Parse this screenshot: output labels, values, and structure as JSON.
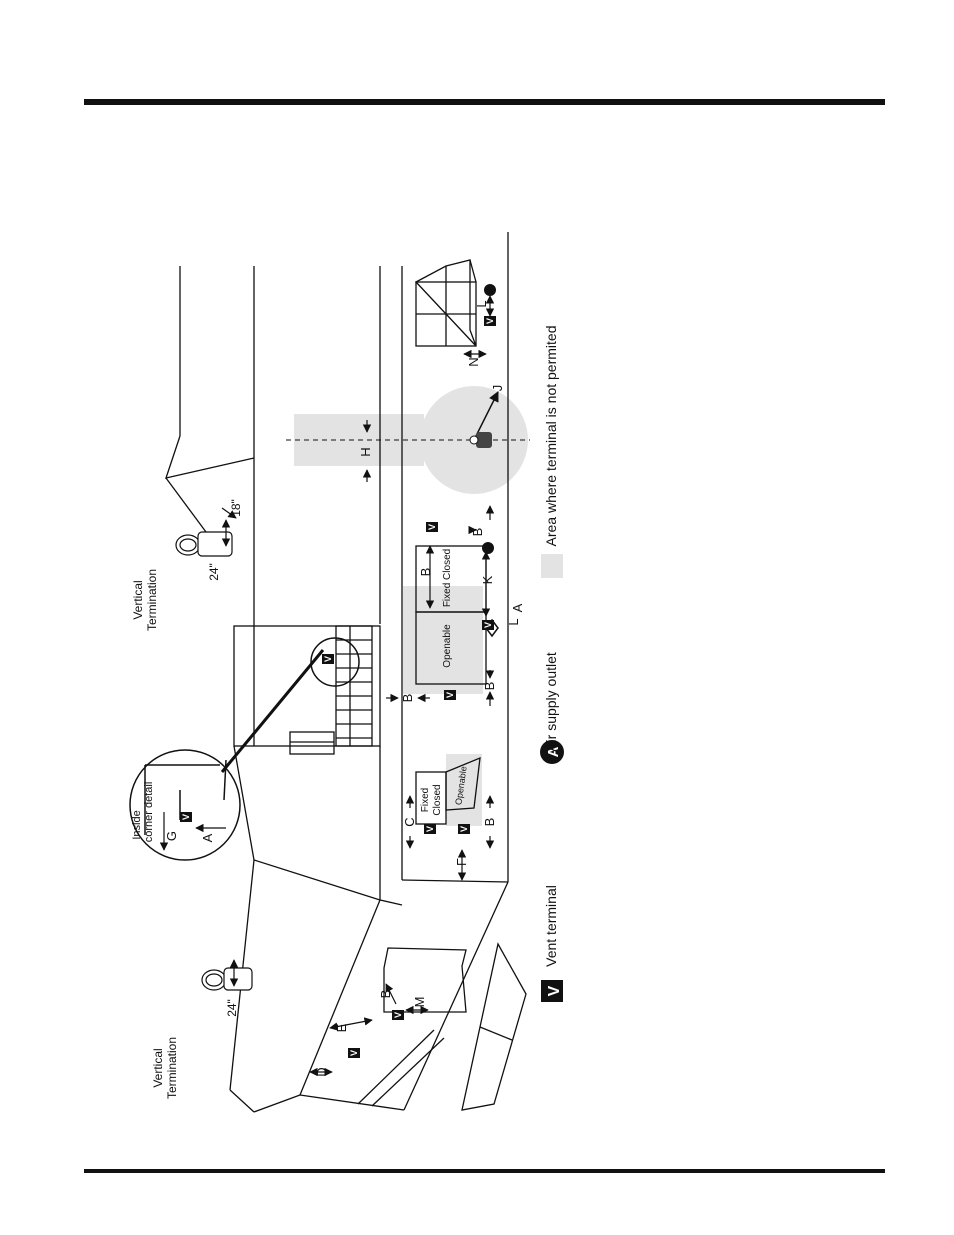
{
  "labels": {
    "vertical_termination_1": "Vertical",
    "vertical_termination_2": "Termination",
    "inside_corner_1": "Inside",
    "inside_corner_2": "corner detail",
    "dim_24": "24\"",
    "dim_18": "18\"",
    "A": "A",
    "B": "B",
    "C": "C",
    "D": "D",
    "E": "E",
    "F": "F",
    "G": "G",
    "H": "H",
    "J": "J",
    "K": "K",
    "L": "L",
    "M": "M",
    "N": "N",
    "V": "V",
    "fixed_closed": "Fixed Closed",
    "fixed": "Fixed",
    "closed": "Closed",
    "openable": "Openable"
  },
  "legend": {
    "vent_terminal": "Vent terminal",
    "air_supply_outlet": "Air supply outlet",
    "not_permitted_area": "Area where terminal is not permited"
  },
  "colors": {
    "shade": "#e3e3e3",
    "line": "#111111"
  }
}
